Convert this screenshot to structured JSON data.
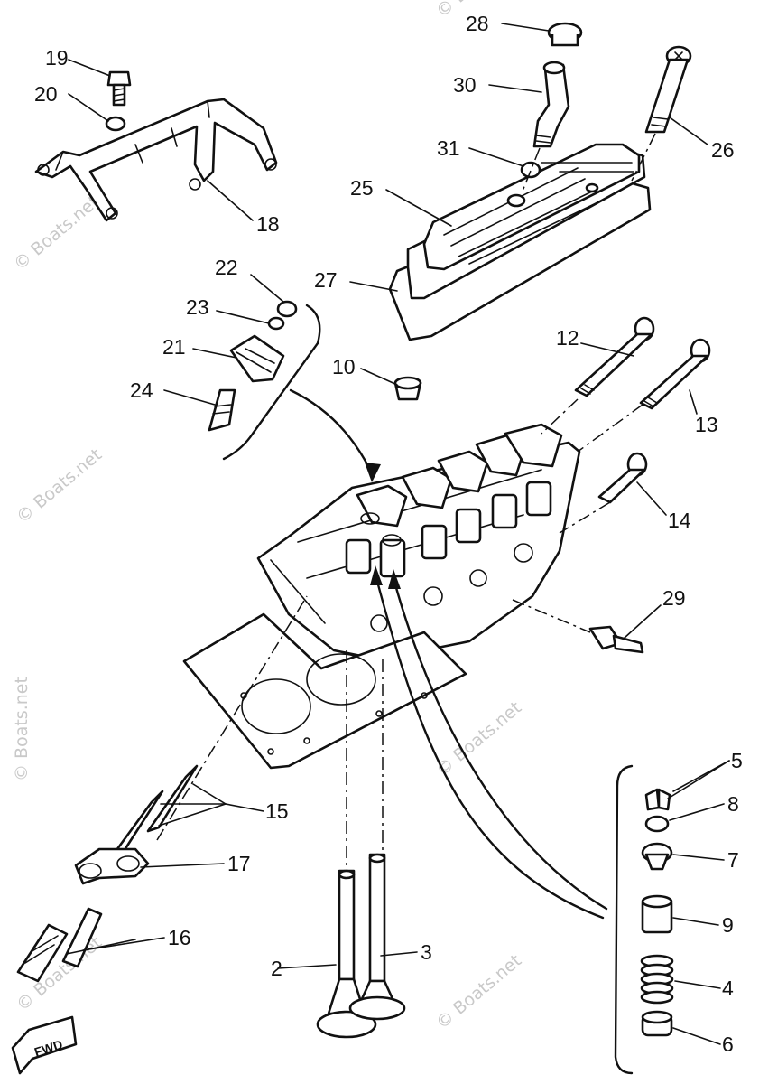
{
  "watermark": "© Boats.net",
  "fwd_label": "FWD",
  "labels": {
    "p2": "2",
    "p3": "3",
    "p4": "4",
    "p5": "5",
    "p6": "6",
    "p7": "7",
    "p8": "8",
    "p9": "9",
    "p10": "10",
    "p12": "12",
    "p13": "13",
    "p14": "14",
    "p15": "15",
    "p16": "16",
    "p17": "17",
    "p18": "18",
    "p19": "19",
    "p20": "20",
    "p21": "21",
    "p22": "22",
    "p23": "23",
    "p24": "24",
    "p25": "25",
    "p26": "26",
    "p27": "27",
    "p28": "28",
    "p29": "29",
    "p30": "30",
    "p31": "31"
  }
}
